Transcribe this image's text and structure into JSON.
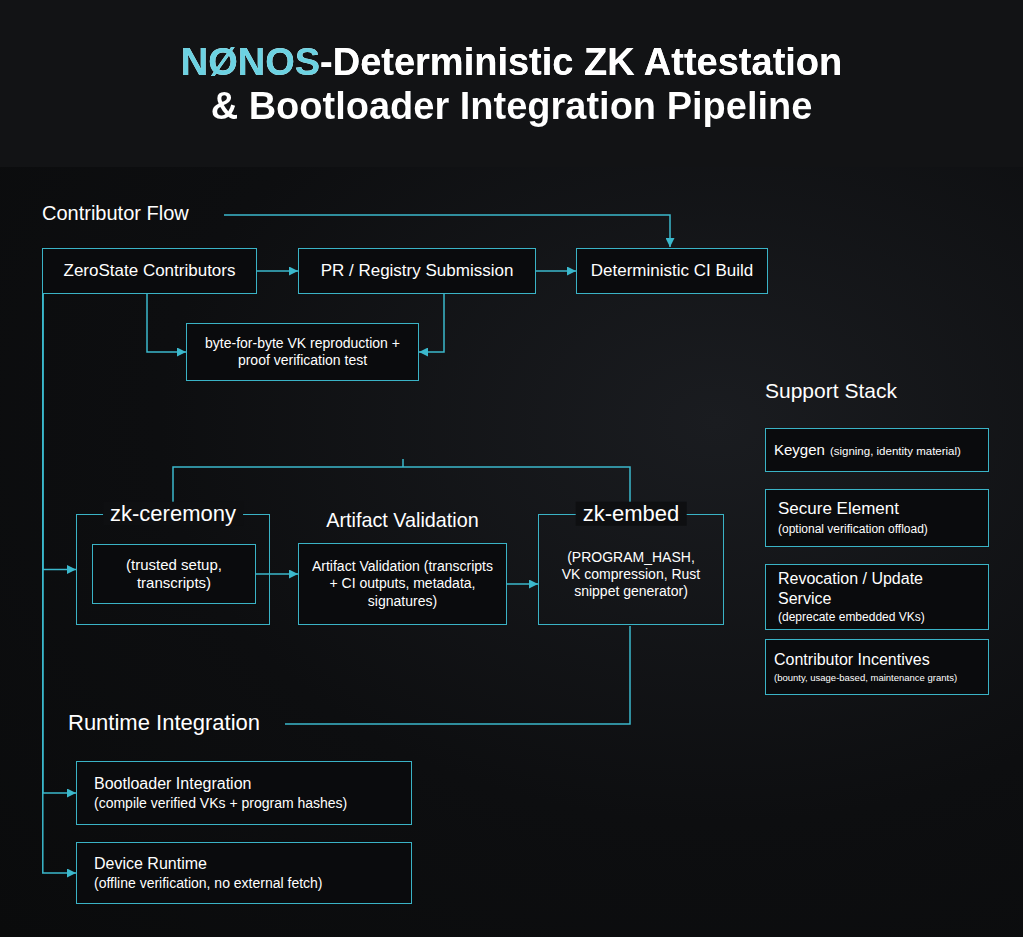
{
  "diagram": {
    "title": "NØNOS-Deterministic ZK Attestation & Bootloader Integration Pipeline",
    "nodes": [
      {
        "text": [
          "ZeroState Contributors"
        ]
      },
      {
        "text": [
          "PR / Registry Submission"
        ]
      },
      {
        "text": [
          "Deterministic CI Build"
        ]
      },
      {
        "text": [
          "byte-for-byte VK reproduction + proof verification test"
        ]
      },
      {
        "text": [
          "zk-ceremony"
        ]
      },
      {
        "text": [
          "(trusted setup, transcripts)"
        ],
        "in": 4
      },
      {
        "text": [
          "Artifact Validation",
          "Artifact Validation (transcripts + CI outputs, metadata, signatures)"
        ]
      },
      {
        "text": [
          "zk-embed",
          "(PROGRAM_HASH, VK compression, Rust snippet generator)"
        ]
      },
      {
        "text": [
          "Bootloader Integration",
          "(compile verified VKs + program hashes)"
        ]
      },
      {
        "text": [
          "Device Runtime",
          "(offline verification, no external fetch)"
        ]
      },
      {
        "text": [
          "Keygen",
          "(signing, identity material)"
        ]
      },
      {
        "text": [
          "Secure Element",
          "(optional verification offload)"
        ]
      },
      {
        "text": [
          "Revocation / Update Service",
          "(deprecate embedded VKs)"
        ]
      },
      {
        "text": [
          "Contributor Incentives",
          "(bounty, usage-based, maintenance grants)"
        ]
      }
    ],
    "edges": [
      {
        "from": 0,
        "to": 1,
        "arrow": "to"
      },
      {
        "from": 1,
        "to": 2,
        "arrow": "to"
      },
      {
        "from": 0,
        "to": 3,
        "arrow": "to"
      },
      {
        "from": 1,
        "to": 3,
        "arrow": "to"
      },
      {
        "from": 5,
        "to": 6,
        "arrow": "to"
      },
      {
        "from": 6,
        "to": 7,
        "arrow": "to"
      },
      {
        "from": 0,
        "to": 4,
        "arrow": "to"
      },
      {
        "from": 0,
        "to": 8,
        "arrow": "to"
      },
      {
        "from": 0,
        "to": 9,
        "arrow": "to"
      }
    ],
    "labels": [
      "Contributor Flow",
      "Support Stack",
      "Runtime Integration"
    ]
  }
}
